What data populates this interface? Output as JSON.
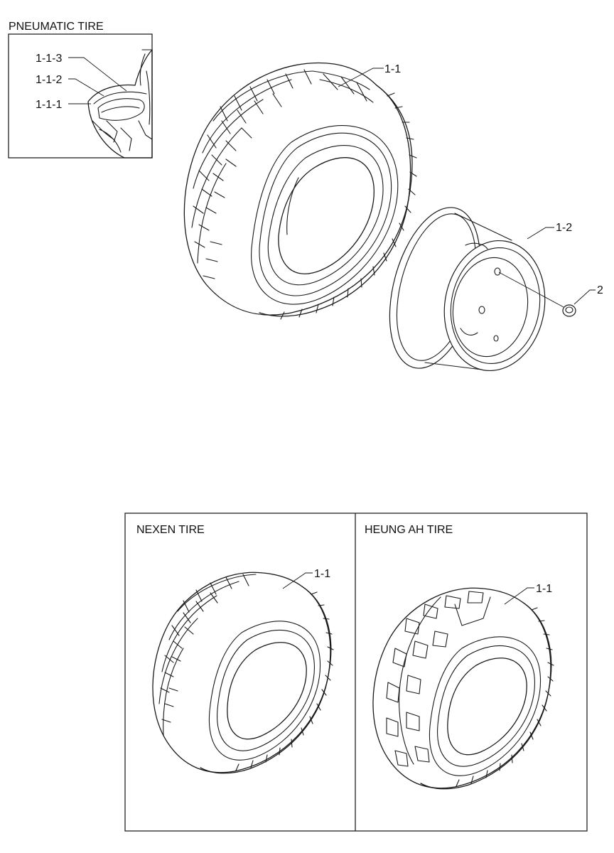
{
  "inset": {
    "title": "PNEUMATIC TIRE",
    "callouts": [
      "1-1-3",
      "1-1-2",
      "1-1-1"
    ]
  },
  "main": {
    "callouts": {
      "tire": "1-1",
      "rim": "1-2",
      "nut": "2"
    }
  },
  "panels": [
    {
      "title": "NEXEN TIRE",
      "callout": "1-1"
    },
    {
      "title": "HEUNG AH TIRE",
      "callout": "1-1"
    }
  ]
}
